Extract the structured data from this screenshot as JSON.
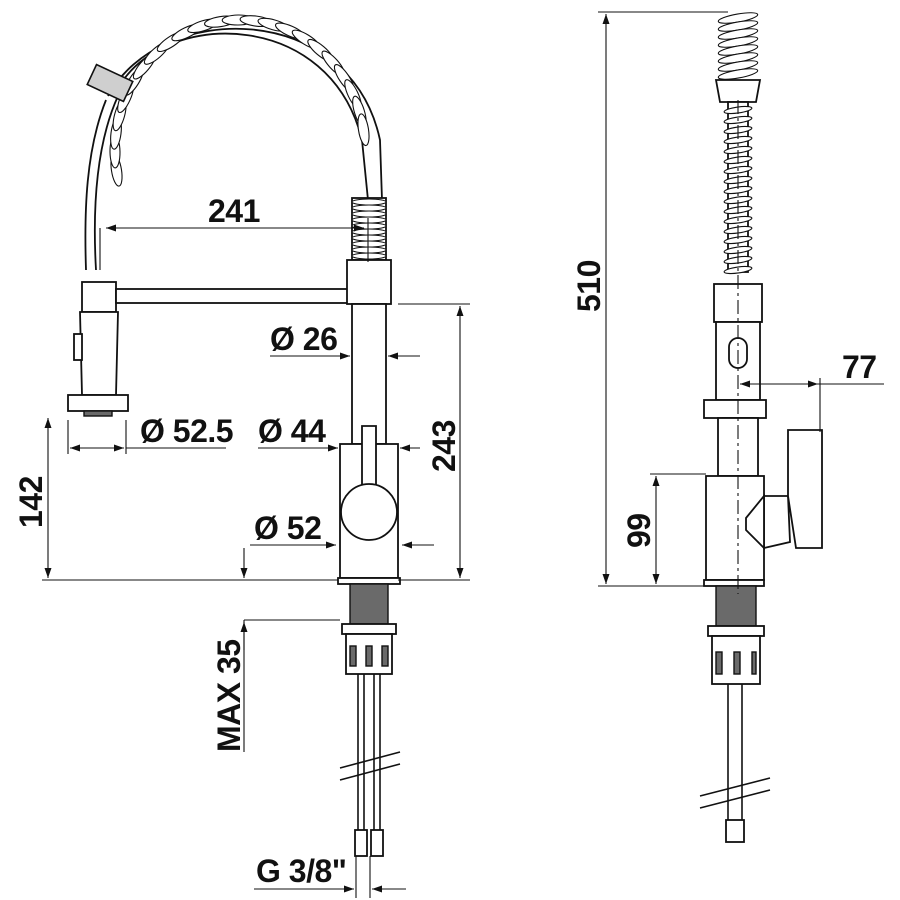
{
  "dimensions": {
    "spout_reach": "241",
    "body_height": "243",
    "handle_height": "142",
    "spout_diameter": "Ø 26",
    "spray_head_diameter": "Ø 52.5",
    "body_diameter": "Ø 44",
    "base_diameter": "Ø 52",
    "max_deck_thickness": "MAX 35",
    "thread_connection": "G 3/8\"",
    "total_height": "510",
    "lever_projection": "77",
    "lever_height": "99"
  },
  "colors": {
    "line": "#111111",
    "shading": "#6a6a6a",
    "light_fill": "#cfcfcf",
    "background": "#ffffff"
  }
}
